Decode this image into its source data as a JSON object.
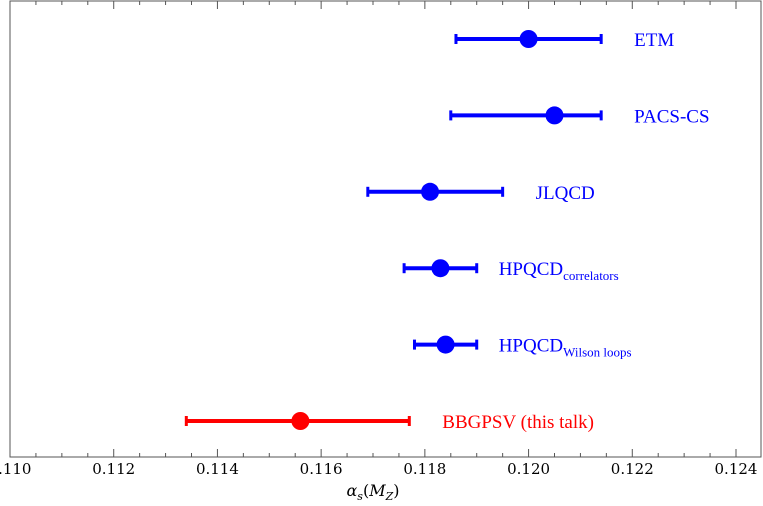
{
  "chart_data": {
    "type": "scatter",
    "orientation": "horizontal-errorbars",
    "title": "",
    "xlabel": "αs(MZ)",
    "xlabel_parts": {
      "main": "α",
      "sub": "s",
      "paren_open": "(",
      "M": "M",
      "msub": "Z",
      "paren_close": ")"
    },
    "ylabel": "",
    "xlim": [
      0.11,
      0.125
    ],
    "xticks": [
      "0.110",
      "0.112",
      "0.114",
      "0.116",
      "0.118",
      "0.120",
      "0.122",
      "0.124"
    ],
    "xtick_values": [
      0.11,
      0.112,
      0.114,
      0.116,
      0.118,
      0.12,
      0.122,
      0.124
    ],
    "grid": false,
    "points": [
      {
        "label": "ETM",
        "label_sub": "",
        "value": 0.12,
        "lower": 0.1186,
        "upper": 0.1214,
        "color": "#0000ff"
      },
      {
        "label": "PACS-CS",
        "label_sub": "",
        "value": 0.1205,
        "lower": 0.1185,
        "upper": 0.1214,
        "color": "#0000ff"
      },
      {
        "label": "JLQCD",
        "label_sub": "",
        "value": 0.1181,
        "lower": 0.1169,
        "upper": 0.1195,
        "color": "#0000ff"
      },
      {
        "label": "HPQCD",
        "label_sub": "correlators",
        "value": 0.1183,
        "lower": 0.1176,
        "upper": 0.119,
        "color": "#0000ff"
      },
      {
        "label": "HPQCD",
        "label_sub": "Wilson loops",
        "value": 0.1184,
        "lower": 0.1178,
        "upper": 0.119,
        "color": "#0000ff"
      },
      {
        "label": "BBGPSV (this talk)",
        "label_sub": "",
        "value": 0.1156,
        "lower": 0.1134,
        "upper": 0.1177,
        "color": "#ff0000"
      }
    ]
  }
}
